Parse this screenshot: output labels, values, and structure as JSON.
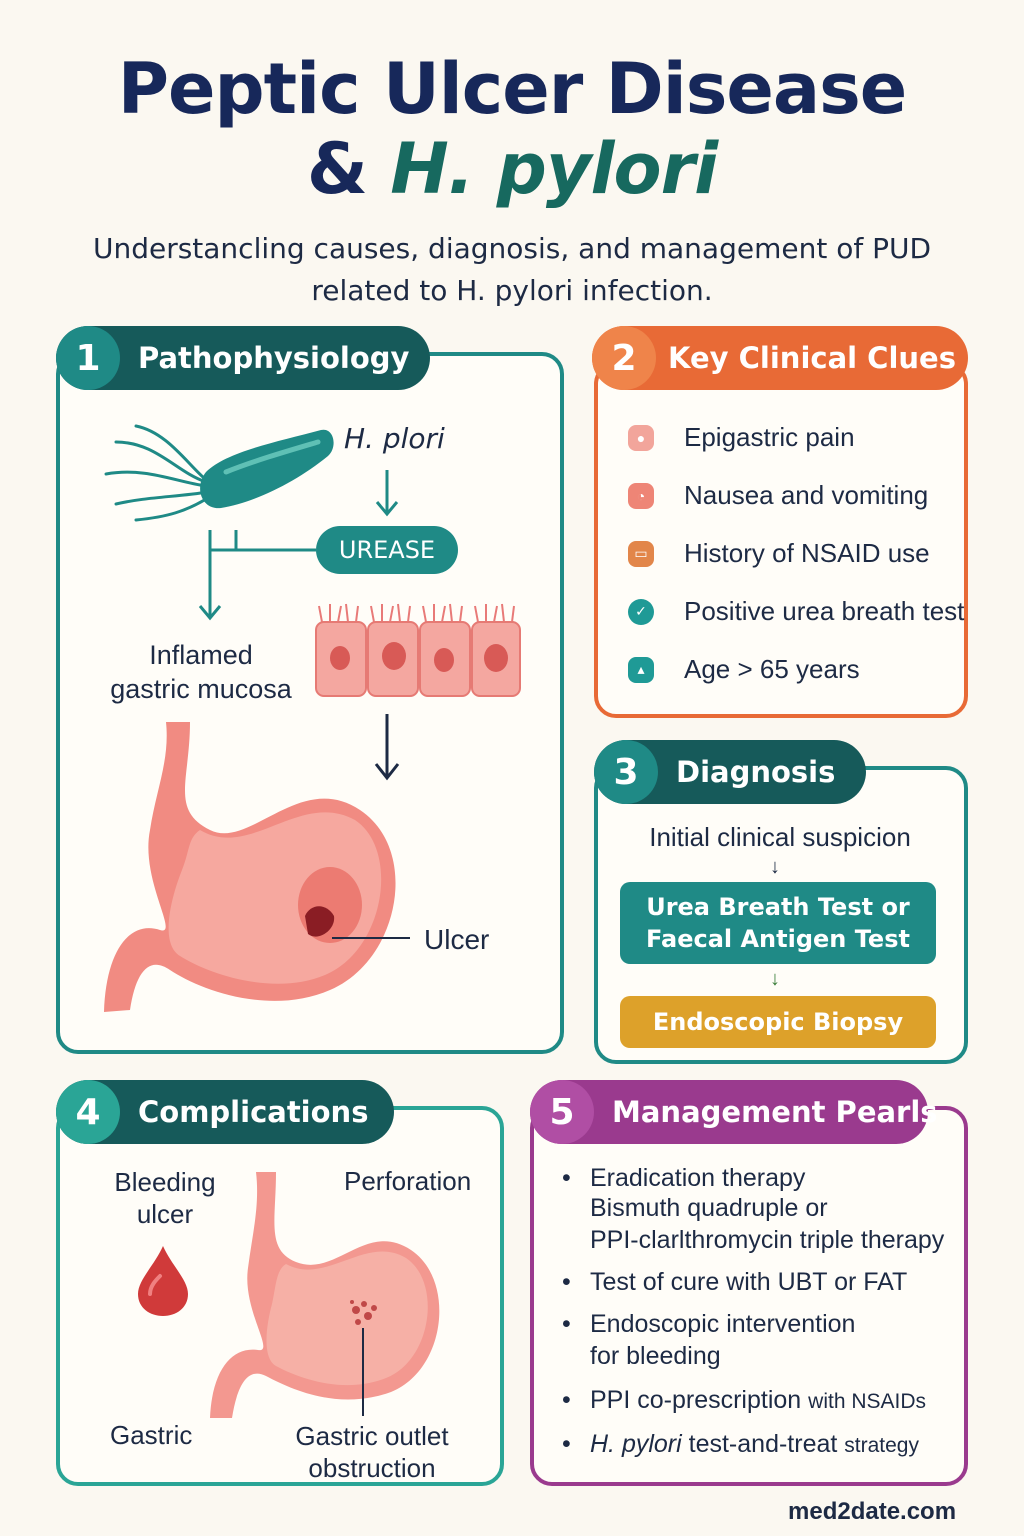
{
  "header": {
    "title_line1": "Peptic Ulcer Disease",
    "title_amp": "&",
    "title_hp": "H. pylori",
    "subtitle_line1": "Understancling causes, diagnosis, and management of PUD",
    "subtitle_line2": "related to H. pylori infection."
  },
  "colors": {
    "teal": "#1f8a86",
    "dark_teal": "#165a5a",
    "orange": "#e86a36",
    "purple": "#9a3a8e",
    "gold": "#dda12a"
  },
  "sections": {
    "patho": {
      "num": "1",
      "title": "Pathophysiology",
      "bacteria_label": "H. plori",
      "urease": "UREASE",
      "mucosa_line1": "Inflamed",
      "mucosa_line2": "gastric mucosa",
      "ulcer_label": "Ulcer"
    },
    "clues": {
      "num": "2",
      "title": "Key Clinical Clues",
      "items": [
        {
          "text": "Epigastric pain",
          "icon": "pain-icon"
        },
        {
          "text": "Nausea and vomiting",
          "icon": "nausea-icon"
        },
        {
          "text": "History of NSAID use",
          "icon": "pill-box-icon"
        },
        {
          "text": "Positive urea breath test",
          "icon": "check-icon"
        },
        {
          "text": "Age > 65 years",
          "icon": "person-icon"
        }
      ]
    },
    "diagnosis": {
      "num": "3",
      "title": "Diagnosis",
      "step1": "Initial clinical suspicion",
      "step2_line1": "Urea Breath Test or",
      "step2_line2": "Faecal Antigen Test",
      "step3": "Endoscopic Biopsy"
    },
    "complications": {
      "num": "4",
      "title": "Complications",
      "bleeding_line1": "Bleeding",
      "bleeding_line2": "ulcer",
      "perforation": "Perforation",
      "gastric": "Gastric",
      "outlet_line1": "Gastric outlet",
      "outlet_line2": "obstruction"
    },
    "management": {
      "num": "5",
      "title": "Management Pearls",
      "item1_line1": "Eradication therapy",
      "item1_line2": "Bismuth quadruple or",
      "item1_line3": "PPI-clarlthromycin triple therapy",
      "item2": "Test of cure with UBT or FAT",
      "item3_line1": "Endoscopic intervention",
      "item3_line2": "for bleeding",
      "item4_main": "PPI co-prescription",
      "item4_small": "with NSAIDs",
      "item5_italic": "H. pylori",
      "item5_main": "test-and-treat",
      "item5_small": "strategy",
      "bullet": "•"
    }
  },
  "footer": {
    "site": "med2date.com"
  }
}
